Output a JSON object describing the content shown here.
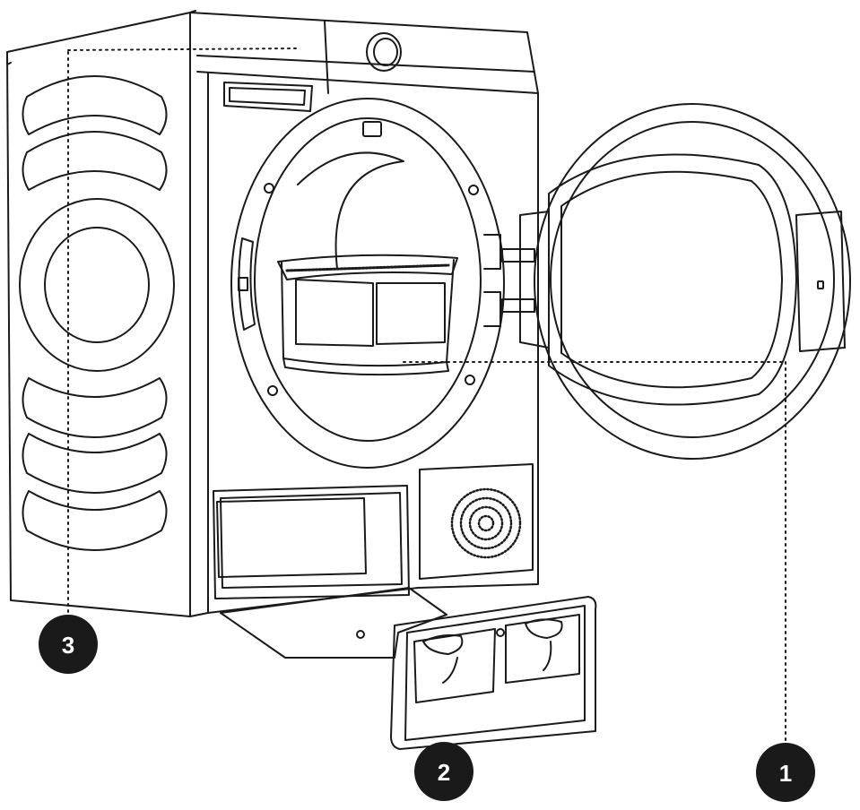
{
  "diagram": {
    "callouts": [
      {
        "label": "1"
      },
      {
        "label": "2"
      },
      {
        "label": "3"
      }
    ]
  },
  "colors": {
    "stroke": "#1a1a1a",
    "badge": "#1a1a1a",
    "badge_text": "#ffffff",
    "background": "#ffffff"
  }
}
